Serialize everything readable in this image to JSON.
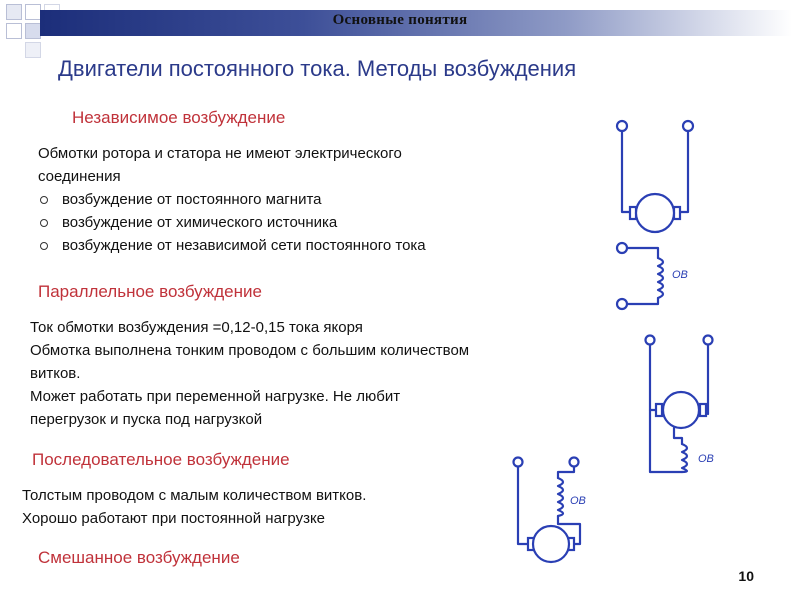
{
  "header": {
    "text": "Основные понятия"
  },
  "title": "Двигатели постоянного тока. Методы возбуждения",
  "independent": {
    "heading": "Независимое возбуждение",
    "lines": [
      "Обмотки ротора и статора не имеют электрического",
      "соединения"
    ],
    "bullets": [
      "возбуждение от постоянного магнита",
      "возбуждение от химического источника",
      "возбуждение от независимой сети постоянного  тока"
    ]
  },
  "parallel": {
    "heading": "Параллельное возбуждение",
    "lines": [
      "Ток обмотки возбуждения =0,12-0,15 тока якоря",
      "Обмотка выполнена тонким проводом с большим количеством",
      "витков.",
      "Может работать при  переменной нагрузке. Не любит",
      "перегрузок и пуска под нагрузкой"
    ]
  },
  "series": {
    "heading": "Последовательное  возбуждение",
    "lines": [
      "Толстым проводом с малым количеством витков.",
      "Хорошо работают при постоянной нагрузке"
    ]
  },
  "mixed": {
    "heading": "Смешанное возбуждение"
  },
  "diagram_labels": {
    "field_winding": "ОВ"
  },
  "page_number": "10",
  "colors": {
    "title": "#2b3a8a",
    "section_heading": "#c0323a",
    "diagram": "#2a3fb4",
    "header_bar": "#1c2e7a"
  },
  "icons": [
    "bullet-circle-icon",
    "dc-motor-icon",
    "field-coil-icon",
    "terminal-icon"
  ]
}
